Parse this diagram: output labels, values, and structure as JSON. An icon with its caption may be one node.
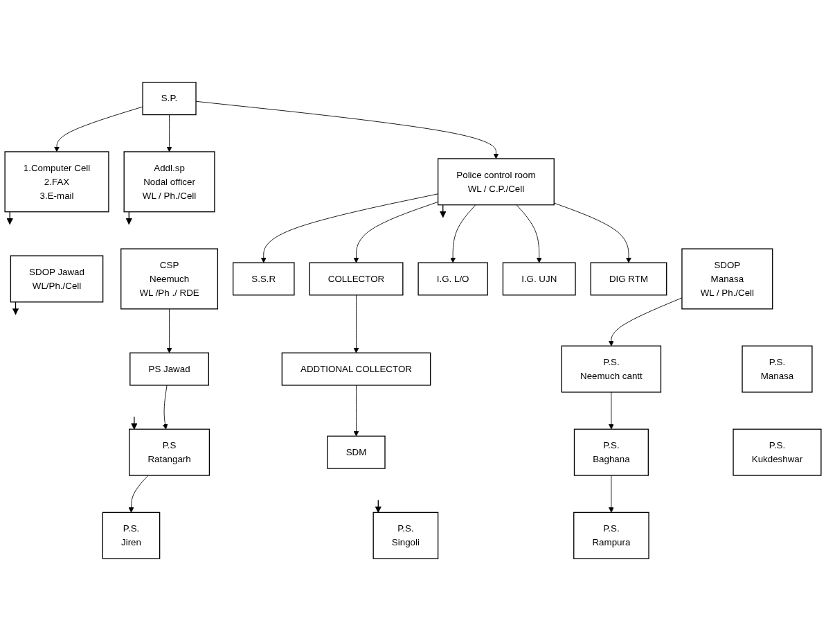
{
  "diagram": {
    "nodes": [
      {
        "text": [
          "S.P."
        ]
      },
      {
        "text": [
          "1.Computer Cell",
          "2.FAX",
          "3.E-mail"
        ]
      },
      {
        "text": [
          "Addl.sp",
          "Nodal officer",
          "WL / Ph./Cell"
        ]
      },
      {
        "text": [
          "Police control room",
          "WL / C.P./Cell"
        ]
      },
      {
        "text": [
          "S.S.R"
        ]
      },
      {
        "text": [
          "COLLECTOR"
        ]
      },
      {
        "text": [
          "ADDTIONAL COLLECTOR"
        ]
      },
      {
        "text": [
          "SDM"
        ]
      },
      {
        "text": [
          "I.G. L/O"
        ]
      },
      {
        "text": [
          "I.G. UJN"
        ]
      },
      {
        "text": [
          "DIG RTM"
        ]
      },
      {
        "text": [
          "SDOP Jawad",
          "WL/Ph./Cell"
        ]
      },
      {
        "text": [
          "CSP",
          "Neemuch",
          "WL /Ph ./ RDE"
        ]
      },
      {
        "text": [
          "SDOP",
          "Manasa",
          "WL / Ph./Cell"
        ]
      },
      {
        "text": [
          "PS Jawad"
        ]
      },
      {
        "text": [
          "P.S.",
          "Neemuch cantt"
        ]
      },
      {
        "text": [
          "P.S.",
          "Manasa"
        ]
      },
      {
        "text": [
          "P.S",
          "Ratangarh"
        ]
      },
      {
        "text": [
          "P.S.",
          "Baghana"
        ]
      },
      {
        "text": [
          "P.S.",
          "Kukdeshwar"
        ]
      },
      {
        "text": [
          "P.S.",
          "Singoli"
        ]
      },
      {
        "text": [
          "P.S.",
          "Jiren"
        ]
      },
      {
        "text": [
          "P.S.",
          "Rampura"
        ]
      }
    ],
    "edges": [
      {
        "from": 0,
        "to": 1,
        "arrow": "to"
      },
      {
        "from": 0,
        "to": 2,
        "arrow": "to"
      },
      {
        "from": 0,
        "to": 3,
        "arrow": "to"
      },
      {
        "from": 3,
        "to": 4,
        "arrow": "to"
      },
      {
        "from": 3,
        "to": 5,
        "arrow": "to"
      },
      {
        "from": 5,
        "to": 6,
        "arrow": "to"
      },
      {
        "from": 6,
        "to": 7,
        "arrow": "to"
      },
      {
        "from": 3,
        "to": 8,
        "arrow": "to"
      },
      {
        "from": 3,
        "to": 9,
        "arrow": "to"
      },
      {
        "from": 3,
        "to": 10,
        "arrow": "to"
      },
      {
        "from": 1,
        "to": null,
        "arrow": "to"
      },
      {
        "from": 2,
        "to": null,
        "arrow": "to"
      },
      {
        "from": 3,
        "to": null,
        "arrow": "to"
      },
      {
        "from": 11,
        "to": null,
        "arrow": "to"
      },
      {
        "from": 12,
        "to": 14,
        "arrow": "to"
      },
      {
        "from": 13,
        "to": 15,
        "arrow": "to"
      },
      {
        "from": null,
        "to": 17,
        "arrow": "to"
      },
      {
        "from": 14,
        "to": 17,
        "arrow": "to"
      },
      {
        "from": 15,
        "to": 18,
        "arrow": "to"
      },
      {
        "from": null,
        "to": 20,
        "arrow": "to"
      },
      {
        "from": 17,
        "to": 21,
        "arrow": "to"
      },
      {
        "from": 18,
        "to": 22,
        "arrow": "to"
      }
    ]
  }
}
